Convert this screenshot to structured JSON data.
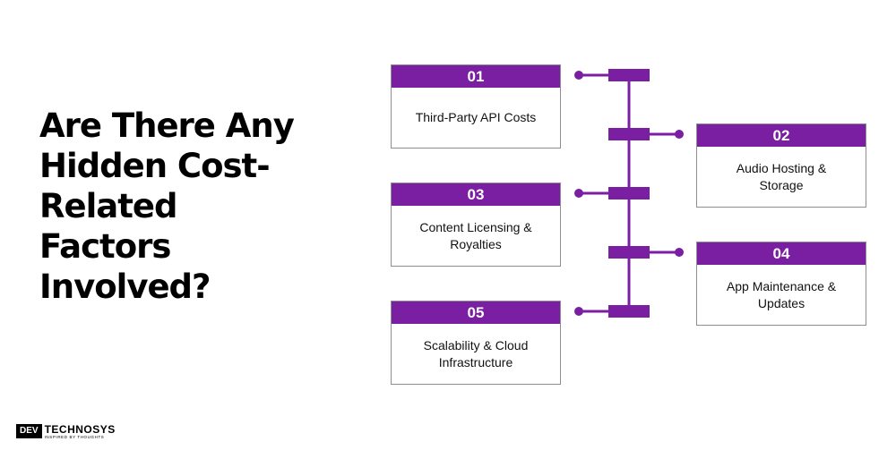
{
  "title_lines": [
    "Are There Any",
    "Hidden Cost-",
    "Related",
    "Factors",
    "Involved?"
  ],
  "colors": {
    "accent": "#7a1fa2",
    "border": "#8e8e8e",
    "text": "#000000"
  },
  "factors": [
    {
      "num": "01",
      "label": "Third-Party API Costs",
      "side": "left"
    },
    {
      "num": "02",
      "label": "Audio Hosting & Storage",
      "side": "right"
    },
    {
      "num": "03",
      "label": "Content Licensing & Royalties",
      "side": "left"
    },
    {
      "num": "04",
      "label": "App Maintenance & Updates",
      "side": "right"
    },
    {
      "num": "05",
      "label": "Scalability & Cloud Infrastructure",
      "side": "left"
    }
  ],
  "logo": {
    "badge": "DEV",
    "name": "TECHNOSYS",
    "tagline": "INSPIRED BY THOUGHTS"
  }
}
